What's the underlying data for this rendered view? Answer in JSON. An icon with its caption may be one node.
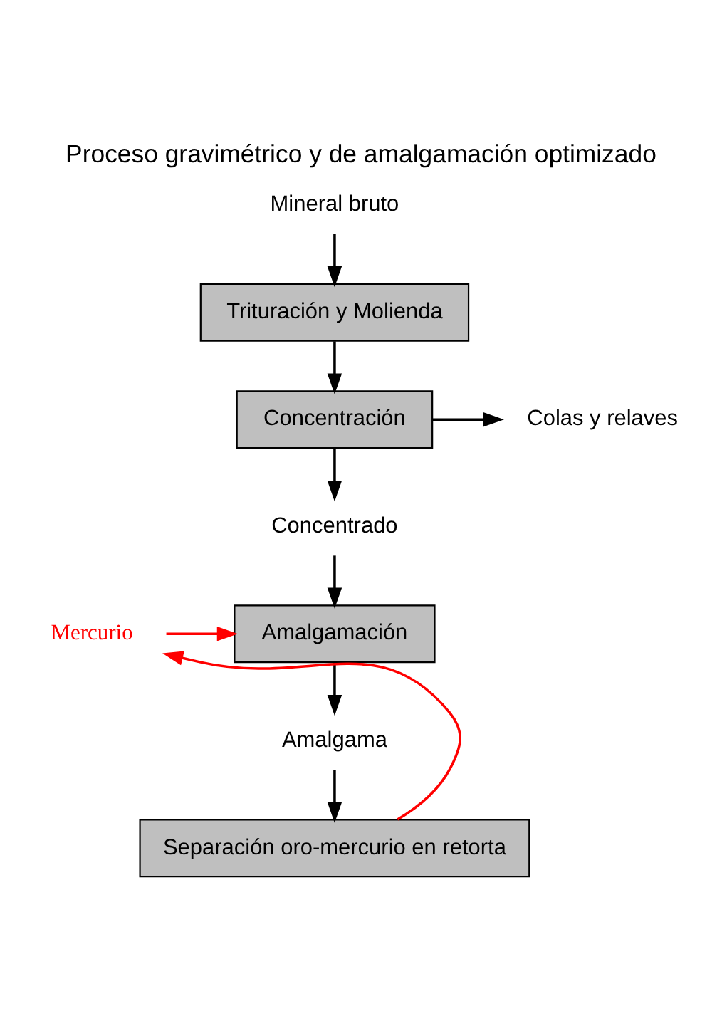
{
  "diagram": {
    "title": "Proceso gravimétrico y de amalgamación optimizado",
    "nodes": [
      {
        "text": [
          "Mineral bruto"
        ]
      },
      {
        "text": [
          "Trituración y Molienda"
        ]
      },
      {
        "text": [
          "Concentración"
        ]
      },
      {
        "text": [
          "Colas y relaves"
        ]
      },
      {
        "text": [
          "Concentrado"
        ]
      },
      {
        "text": [
          "Mercurio"
        ]
      },
      {
        "text": [
          "Amalgamación"
        ]
      },
      {
        "text": [
          "Amalgama"
        ]
      },
      {
        "text": [
          "Separación oro-mercurio en retorta"
        ]
      }
    ],
    "edges": [
      {
        "from": 0,
        "to": 1,
        "arrow": "to"
      },
      {
        "from": 1,
        "to": 2,
        "arrow": "to"
      },
      {
        "from": 2,
        "to": 3,
        "arrow": "to"
      },
      {
        "from": 2,
        "to": 4,
        "arrow": "to"
      },
      {
        "from": 4,
        "to": 6,
        "arrow": "to"
      },
      {
        "from": 5,
        "to": 6,
        "arrow": "to",
        "color": "#ff0000"
      },
      {
        "from": 6,
        "to": 7,
        "arrow": "to"
      },
      {
        "from": 7,
        "to": 8,
        "arrow": "to"
      },
      {
        "from": 8,
        "to": 5,
        "arrow": "to",
        "color": "#ff0000"
      }
    ]
  }
}
